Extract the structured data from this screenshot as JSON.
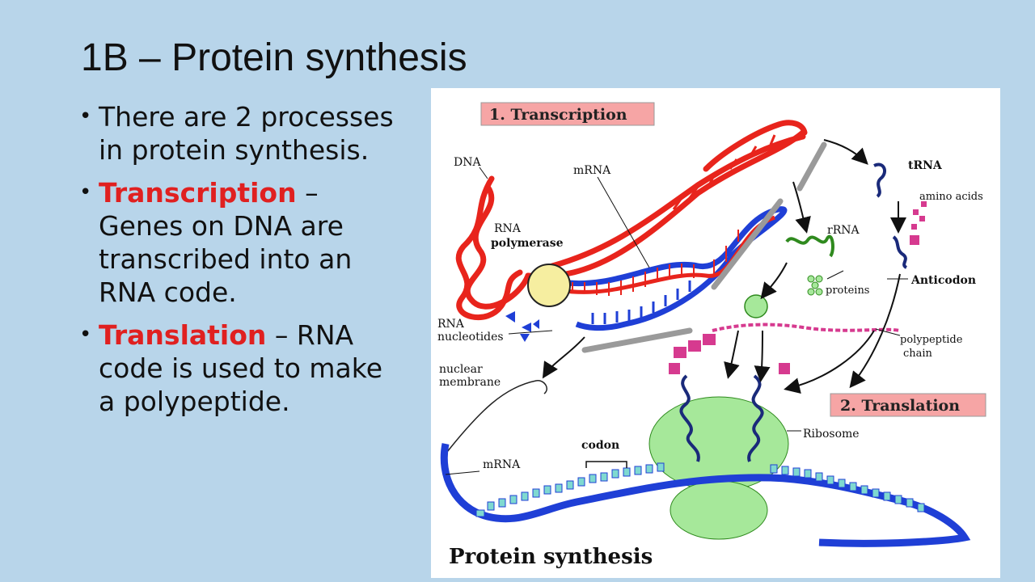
{
  "slide": {
    "title": "1B – Protein synthesis",
    "bullets": [
      {
        "term": "",
        "text": "There are 2 processes in protein synthesis."
      },
      {
        "term": "Transcription",
        "text": " – Genes on DNA are transcribed into an RNA code."
      },
      {
        "term": "Translation",
        "text": " – RNA code is used to make a polypeptide."
      }
    ],
    "term_color": "#e02020"
  },
  "figure": {
    "step1": "1. Transcription",
    "step2": "2. Translation",
    "caption": "Protein synthesis",
    "labels": {
      "dna": "DNA",
      "mrna_top": "mRNA",
      "rna_polymerase_1": "RNA",
      "rna_polymerase_2": "polymerase",
      "rna_nucleotides_1": "RNA",
      "rna_nucleotides_2": "nucleotides",
      "nuclear_membrane_1": "nuclear",
      "nuclear_membrane_2": "membrane",
      "mrna_bottom": "mRNA",
      "codon": "codon",
      "trna": "tRNA",
      "amino_acids": "amino acids",
      "rrna": "rRNA",
      "proteins": "proteins",
      "anticodon": "Anticodon",
      "polypeptide_1": "polypeptide",
      "polypeptide_2": "chain",
      "ribosome": "Ribosome"
    },
    "colors": {
      "dna": "#e8241c",
      "mrna": "#1f3fd6",
      "trna": "#1a2a7a",
      "rrna": "#2f8a1e",
      "ribosome": "#a6e89a",
      "polymerase": "#f6eea0",
      "amino_acid": "#d63a8f",
      "label_box": "#f6a5a5"
    }
  }
}
